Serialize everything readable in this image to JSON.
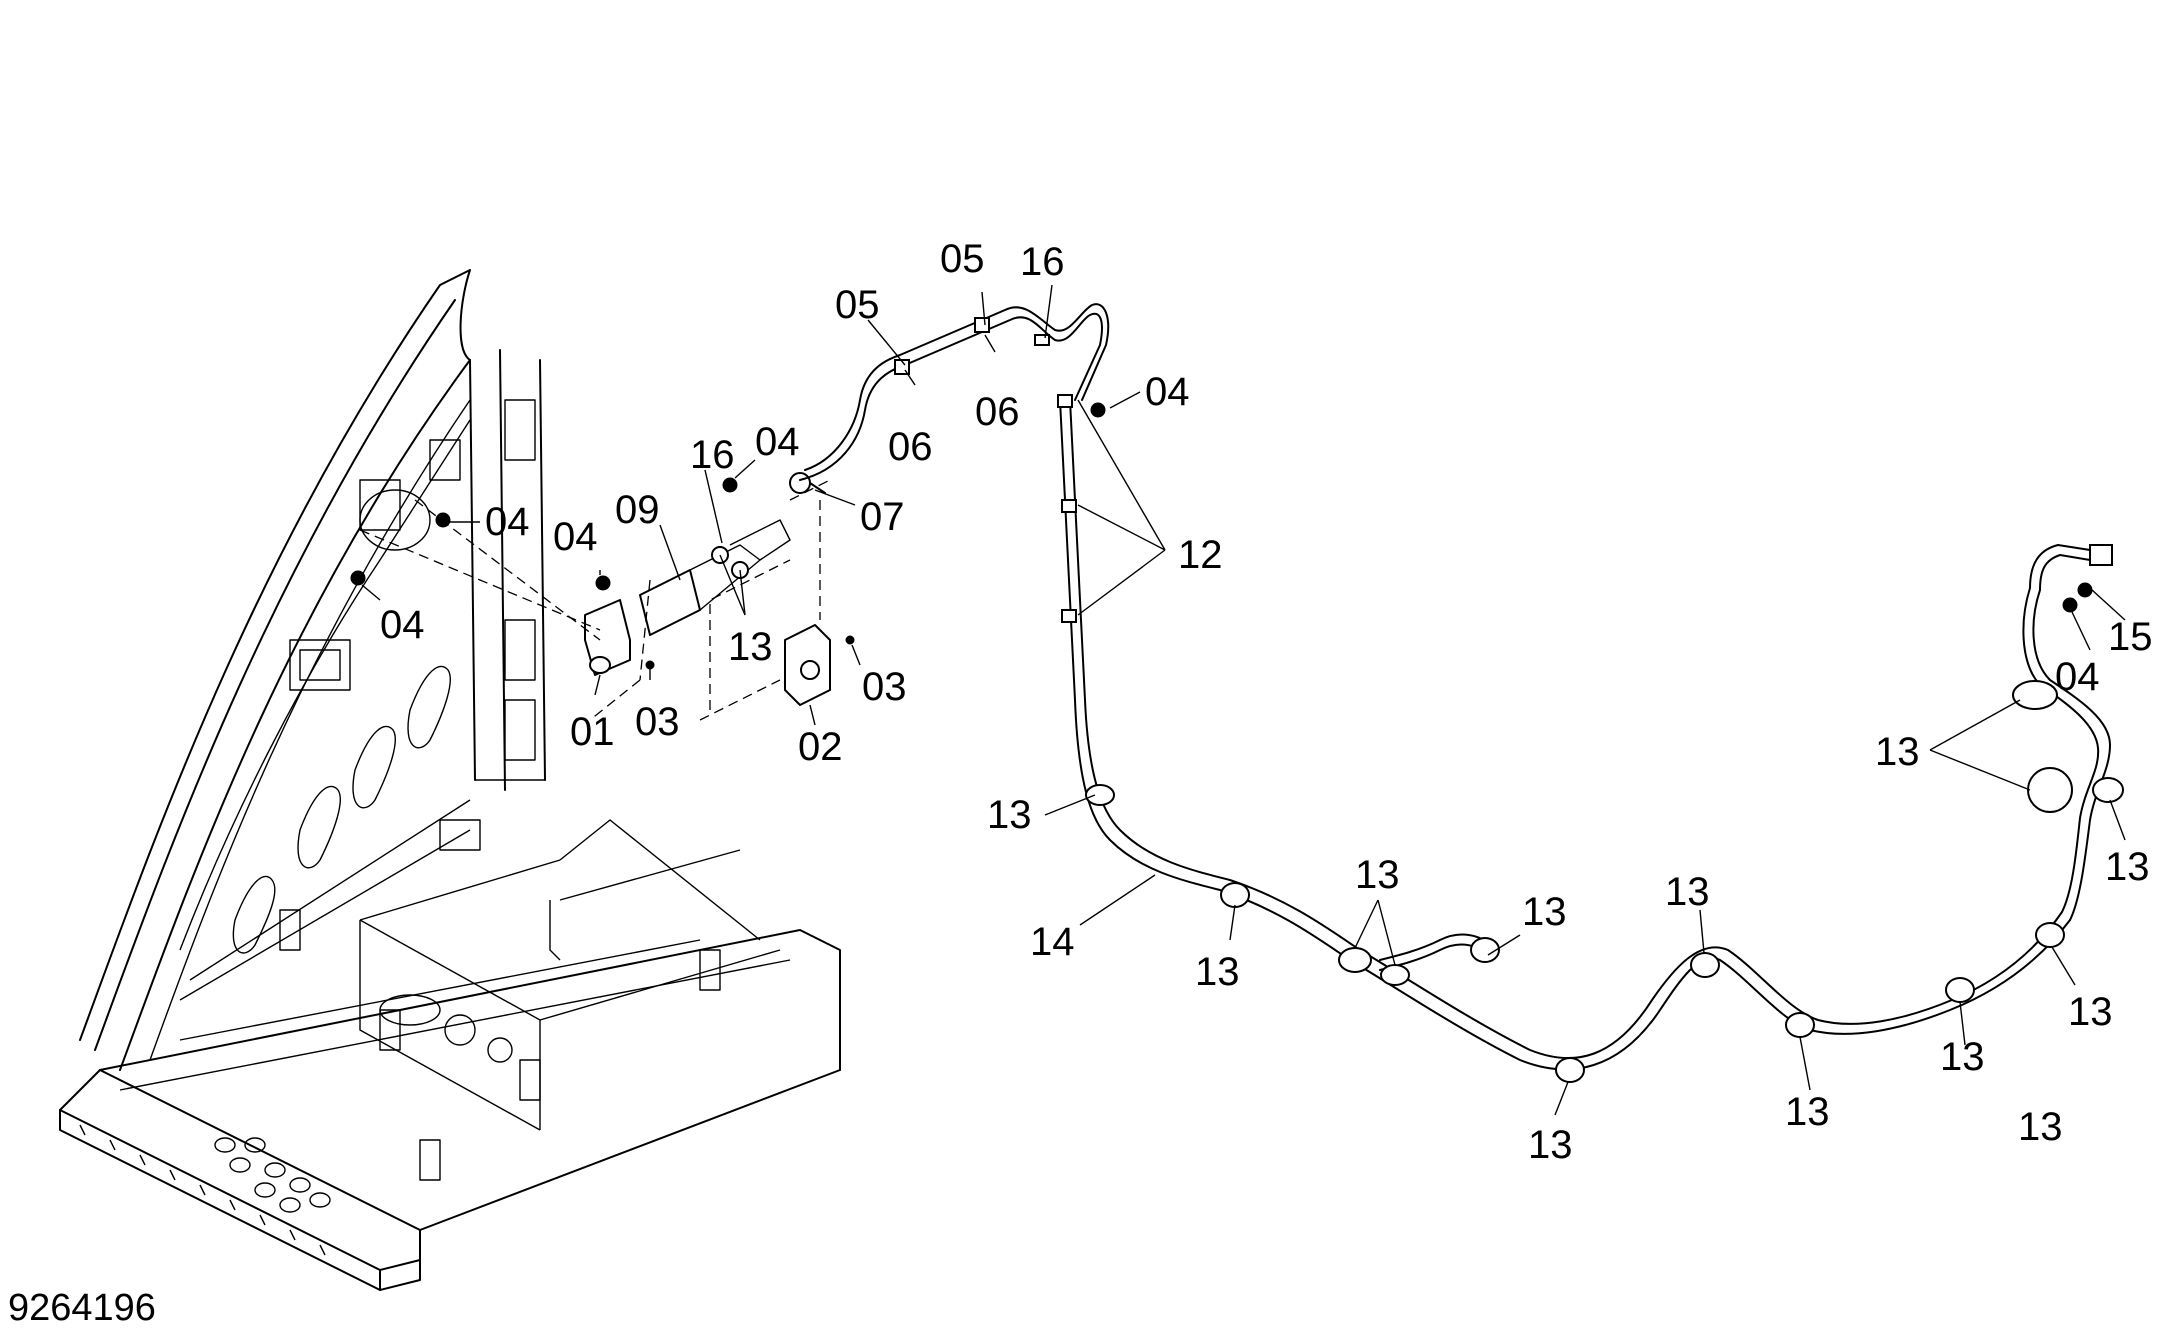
{
  "drawing_number": "9264196",
  "callouts": [
    {
      "id": "c-05a",
      "text": "05"
    },
    {
      "id": "c-05b",
      "text": "05"
    },
    {
      "id": "c-16a",
      "text": "16"
    },
    {
      "id": "c-06a",
      "text": "06"
    },
    {
      "id": "c-06b",
      "text": "06"
    },
    {
      "id": "c-04a",
      "text": "04"
    },
    {
      "id": "c-16b",
      "text": "16"
    },
    {
      "id": "c-04b",
      "text": "04"
    },
    {
      "id": "c-07",
      "text": "07"
    },
    {
      "id": "c-09",
      "text": "09"
    },
    {
      "id": "c-04c",
      "text": "04"
    },
    {
      "id": "c-04d",
      "text": "04"
    },
    {
      "id": "c-04e",
      "text": "04"
    },
    {
      "id": "c-12",
      "text": "12"
    },
    {
      "id": "c-13a",
      "text": "13"
    },
    {
      "id": "c-03a",
      "text": "03"
    },
    {
      "id": "c-01",
      "text": "01"
    },
    {
      "id": "c-03b",
      "text": "03"
    },
    {
      "id": "c-02",
      "text": "02"
    },
    {
      "id": "c-15",
      "text": "15"
    },
    {
      "id": "c-04f",
      "text": "04"
    },
    {
      "id": "c-13b",
      "text": "13"
    },
    {
      "id": "c-13c",
      "text": "13"
    },
    {
      "id": "c-14",
      "text": "14"
    },
    {
      "id": "c-13d",
      "text": "13"
    },
    {
      "id": "c-13e",
      "text": "13"
    },
    {
      "id": "c-13f",
      "text": "13"
    },
    {
      "id": "c-13g",
      "text": "13"
    },
    {
      "id": "c-13h",
      "text": "13"
    },
    {
      "id": "c-13i",
      "text": "13"
    },
    {
      "id": "c-13j",
      "text": "13"
    },
    {
      "id": "c-13k",
      "text": "13"
    },
    {
      "id": "c-13l",
      "text": "13"
    },
    {
      "id": "c-13m",
      "text": "13"
    }
  ]
}
